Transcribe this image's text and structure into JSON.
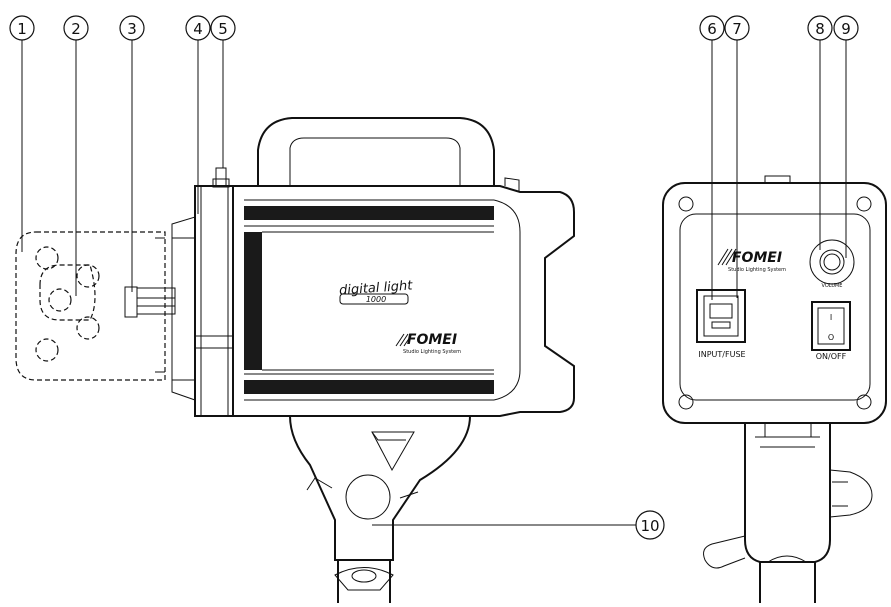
{
  "callouts": [
    "1",
    "2",
    "3",
    "4",
    "5",
    "6",
    "7",
    "8",
    "9",
    "10"
  ],
  "side_view": {
    "model_label_top": "digital light",
    "model_label_bottom": "1000",
    "brand": "FOMEI",
    "brand_tagline": "Studio Lighting System"
  },
  "back_view": {
    "brand": "FOMEI",
    "brand_tagline": "Studio Lighting System",
    "input_label": "INPUT/FUSE",
    "volume_label": "VOLUME",
    "switch_on_symbol": "I",
    "switch_off_symbol": "O",
    "switch_label": "ON/OFF"
  }
}
